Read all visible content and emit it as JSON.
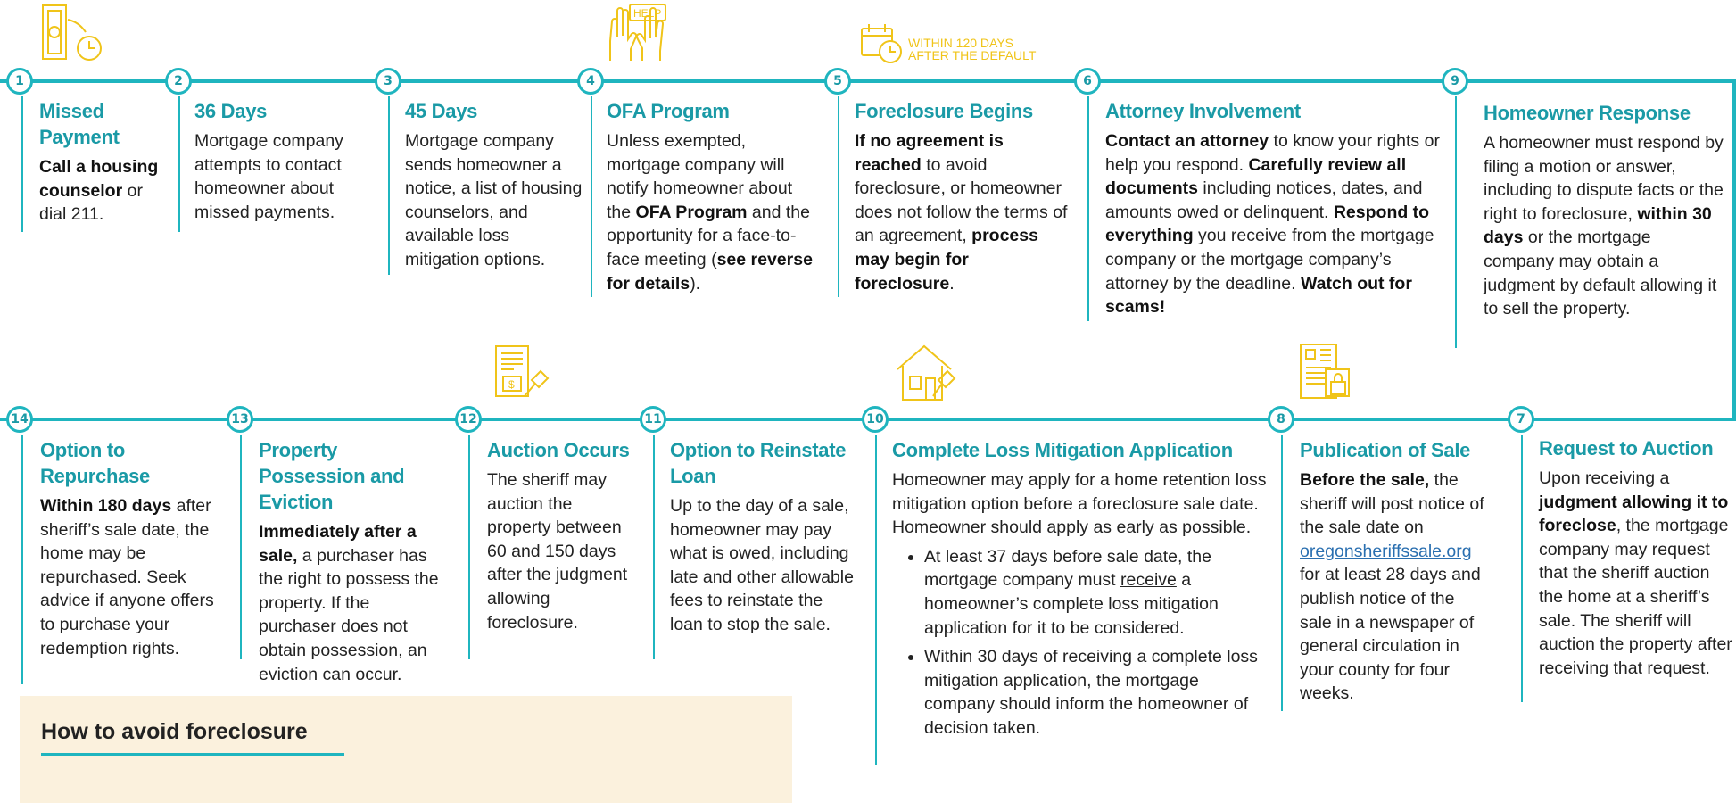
{
  "colors": {
    "accent": "#1fb5bf",
    "icon": "#f0c419",
    "title": "#1a9aa6"
  },
  "icons": {
    "money_clock": "money-clock-icon",
    "help": "help-hands-icon",
    "calendar": "calendar-clock-icon",
    "document_gavel": "document-gavel-icon",
    "house_gavel": "house-gavel-icon",
    "building_lock": "building-lock-icon"
  },
  "labels": {
    "help": "HELP",
    "within_120_line1": "WITHIN 120 DAYS",
    "within_120_line2": "AFTER THE DEFAULT"
  },
  "top": [
    {
      "n": "1",
      "title": "Missed Payment"
    },
    {
      "n": "2",
      "title": "36 Days",
      "body": "Mortgage company attempts to contact homeowner about missed payments."
    },
    {
      "n": "3",
      "title": "45 Days",
      "body": "Mortgage company sends homeowner a notice, a list of housing counselors, and available loss mitigation options."
    },
    {
      "n": "4",
      "title": "OFA Program"
    },
    {
      "n": "5",
      "title": "Foreclosure Begins"
    },
    {
      "n": "6",
      "title": "Attorney Involvement"
    },
    {
      "n": "9",
      "title": "Homeowner Response"
    }
  ],
  "s1": {
    "b1": "Call a housing counselor",
    "t1": " or dial 211."
  },
  "s4": {
    "t1": "Unless exempted, mortgage company will notify homeowner about the ",
    "b1": "OFA Program",
    "t2": " and the opportunity for a face-to-face meeting (",
    "b2": "see reverse for details",
    "t3": ")."
  },
  "s5": {
    "b1": "If no agreement is reached",
    "t1": " to avoid foreclosure, or homeowner does not follow the terms of an agreement, ",
    "b2": "process may begin for foreclosure",
    "t2": "."
  },
  "s6": {
    "b1": "Contact an attorney",
    "t1": " to know your rights or help you respond. ",
    "b2": "Carefully review all documents",
    "t2": " including notices, dates, and amounts owed or delinquent. ",
    "b3": "Respond to everything",
    "t3": " you receive from the mortgage company or the mortgage company’s attorney by the deadline. ",
    "b4": "Watch out for scams!"
  },
  "s9": {
    "t1": "A homeowner must respond by filing a motion or answer, including to dispute facts or the right to foreclosure, ",
    "b1": "within 30 days",
    "t2": " or the mortgage company may obtain a judgment by default allowing it to sell the property."
  },
  "bottom": [
    {
      "n": "14",
      "title": "Option to Repurchase"
    },
    {
      "n": "13",
      "title": "Property Possession and Eviction"
    },
    {
      "n": "12",
      "title": "Auction Occurs",
      "body": "The sheriff may auction the property between 60 and 150 days after the judgment allowing foreclosure."
    },
    {
      "n": "11",
      "title": "Option to Reinstate Loan",
      "body": "Up to the day of a sale, homeowner may pay what is owed, including late and other allowable fees to reinstate the loan to stop the sale."
    },
    {
      "n": "10",
      "title": "Complete Loss Mitigation Application"
    },
    {
      "n": "8",
      "title": "Publication of Sale"
    },
    {
      "n": "7",
      "title": "Request to Auction"
    }
  ],
  "s14": {
    "b1": "Within 180 days",
    "t1": " after sheriff’s sale date, the home may be repurchased. Seek advice if anyone offers to purchase your redemption rights."
  },
  "s13": {
    "b1": "Immediately after a sale,",
    "t1": " a purchaser has the right to possess the property. If the purchaser does not obtain possession, an eviction can occur."
  },
  "s10": {
    "intro": "Homeowner may apply for a home retention loss mitigation option before a foreclosure sale date. Homeowner should apply as early as possible.",
    "li1a": "At least 37 days before sale date, the mortgage company must ",
    "li1u": "receive",
    "li1b": " a homeowner’s complete loss mitigation application for it to be considered.",
    "li2": "Within 30 days of receiving a complete loss mitigation application, the mortgage company should inform the homeowner of decision taken."
  },
  "s8": {
    "b1": "Before the sale,",
    "t1": " the sheriff will post notice of the sale date on ",
    "link": "oregonsheriffssale.org",
    "t2": " for at least 28 days and publish notice of the sale in a newspaper of general circulation in your county for four weeks."
  },
  "s7": {
    "t1": "Upon receiving a ",
    "b1": "judgment allowing it to foreclose",
    "t2": ", the mortgage company may request that the sheriff auction the home at a sheriff’s sale. The sheriff will auction the property after receiving that request."
  },
  "avoid": {
    "title": "How to avoid foreclosure"
  }
}
